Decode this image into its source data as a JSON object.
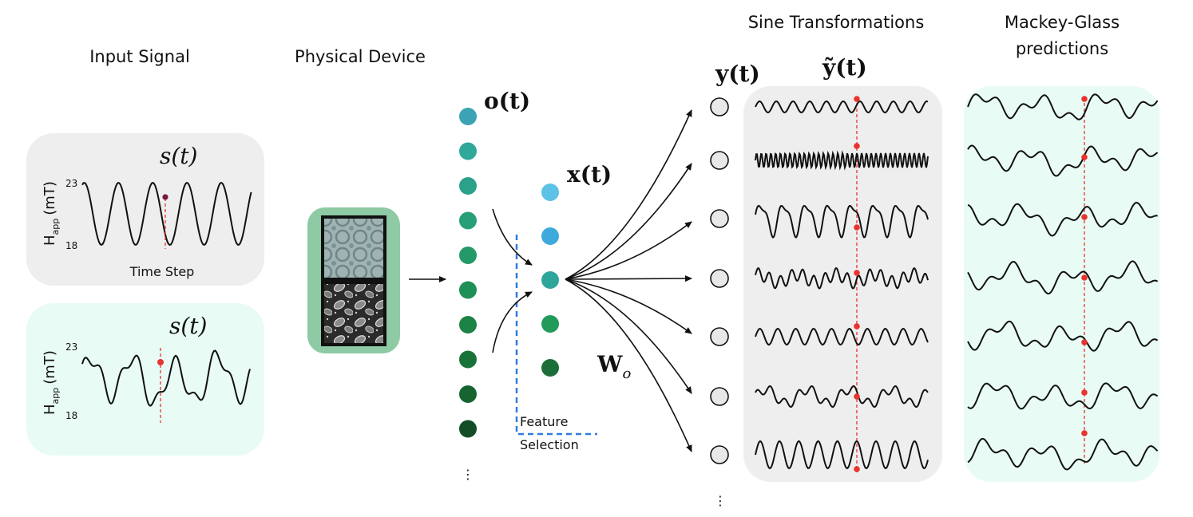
{
  "headers": {
    "input_signal": "Input Signal",
    "physical_device": "Physical Device",
    "sine_transformations": "Sine Transformations",
    "mackey_glass_line1": "Mackey-Glass",
    "mackey_glass_line2": "predictions"
  },
  "input_panel_top": {
    "signal_label": "s(t)",
    "ylabel": "H",
    "ylabel_sub": "app",
    "ylabel_unit": "(mT)",
    "y_max": "23",
    "y_min": "18",
    "xlabel": "Time Step",
    "dot_color": "#7a1540"
  },
  "input_panel_bottom": {
    "signal_label": "s(t)",
    "ylabel": "H",
    "ylabel_sub": "app",
    "ylabel_unit": "(mT)",
    "y_max": "23",
    "y_min": "18",
    "dot_color": "#e8332e"
  },
  "network": {
    "o_label": "o(t)",
    "x_label": "x(t)",
    "w_label": "W",
    "w_sub": "o",
    "y_label": "y(t)",
    "ytilde_label": "ỹ(t)",
    "feature_line1": "Feature",
    "feature_line2": "Selection",
    "ellipsis": "⋮",
    "o_colors": [
      "#3ba3b5",
      "#2fa89a",
      "#2aa18a",
      "#27a079",
      "#249a68",
      "#1e8f55",
      "#1c8246",
      "#197339",
      "#166430",
      "#124d26"
    ],
    "x_colors": [
      "#5cc2e6",
      "#3fa9dc",
      "#2ea59b",
      "#229a5a",
      "#1c6e39"
    ]
  },
  "colors": {
    "input_top_bg": "#eeeeee",
    "input_bottom_bg": "#e8fbf5",
    "device_bg": "#8ecaa4",
    "sine_bg": "#eeeeee",
    "mg_bg": "#e8fbf5",
    "red": "#e8332e",
    "feature_dash": "#2e7ce0"
  },
  "icons": {
    "device_top": "microscopy-square-lattice",
    "device_bottom": "microscopy-elliptical-grains"
  }
}
